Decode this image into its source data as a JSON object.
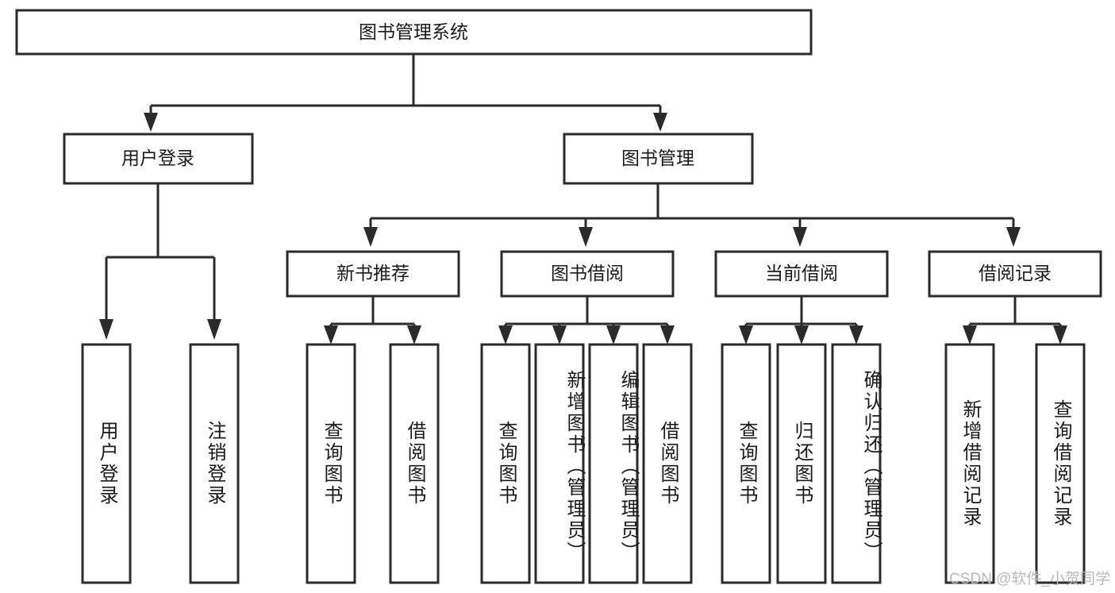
{
  "diagram": {
    "type": "tree-hierarchy-chart",
    "title_node": {
      "label": "图书管理系统"
    },
    "level2": [
      {
        "id": "user-login",
        "label": "用户登录"
      },
      {
        "id": "book-management",
        "label": "图书管理"
      }
    ],
    "level3": [
      {
        "id": "new-book-recommend",
        "label": "新书推荐",
        "parent": "book-management"
      },
      {
        "id": "book-borrow",
        "label": "图书借阅",
        "parent": "book-management"
      },
      {
        "id": "current-borrow",
        "label": "当前借阅",
        "parent": "book-management"
      },
      {
        "id": "borrow-record",
        "label": "借阅记录",
        "parent": "book-management"
      }
    ],
    "leaves": {
      "user-login": [
        {
          "id": "leaf-user-login",
          "label": "用户登录"
        },
        {
          "id": "leaf-user-logout",
          "label": "注销登录"
        }
      ],
      "new-book-recommend": [
        {
          "id": "leaf-query-book-1",
          "label": "查询图书"
        },
        {
          "id": "leaf-borrow-book-1",
          "label": "借阅图书"
        }
      ],
      "book-borrow": [
        {
          "id": "leaf-query-book-2",
          "label": "查询图书"
        },
        {
          "id": "leaf-add-book",
          "label": "新增图书（管理员）"
        },
        {
          "id": "leaf-edit-book",
          "label": "编辑图书（管理员）"
        },
        {
          "id": "leaf-borrow-book-2",
          "label": "借阅图书"
        }
      ],
      "current-borrow": [
        {
          "id": "leaf-query-book-3",
          "label": "查询图书"
        },
        {
          "id": "leaf-return-book",
          "label": "归还图书"
        },
        {
          "id": "leaf-confirm-return",
          "label": "确认归还（管理员）"
        }
      ],
      "borrow-record": [
        {
          "id": "leaf-add-record",
          "label": "新增借阅记录"
        },
        {
          "id": "leaf-query-record",
          "label": "查询借阅记录"
        }
      ]
    },
    "colors": {
      "stroke": "#2b2b2b",
      "box_fill": "#ffffff",
      "text": "#1a1a1a",
      "background": "#ffffff",
      "watermark": "#b9b9b9"
    }
  },
  "watermark": {
    "text": "CSDN @软件_小贺同学"
  }
}
